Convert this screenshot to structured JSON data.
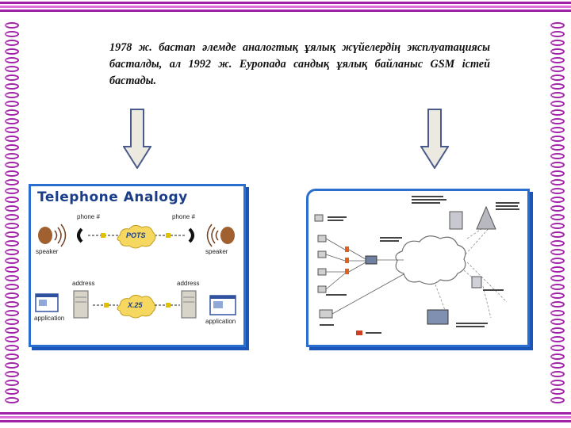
{
  "text": {
    "headline": "1978 ж. бастап әлемде аналогтық ұялық жүйелердің эксплуатациясы басталды, ал 1992 ж. Еуропада сандық ұялық байланыс GSM істей бастады."
  },
  "left_image": {
    "title": "Telephone Analogy",
    "phone_left": "phone #",
    "phone_right": "phone #",
    "pots": "POTS",
    "speaker_left": "speaker",
    "speaker_right": "speaker",
    "address_left": "address",
    "address_right": "address",
    "x25": "X.25",
    "app_left": "application",
    "app_right": "application"
  },
  "colors": {
    "stripe_purple": "#a020a8",
    "stripe_pink": "#e060d8",
    "panel_border": "#2a6fd0",
    "arrow_fill": "#eceae0",
    "arrow_stroke": "#4a5a8a"
  }
}
